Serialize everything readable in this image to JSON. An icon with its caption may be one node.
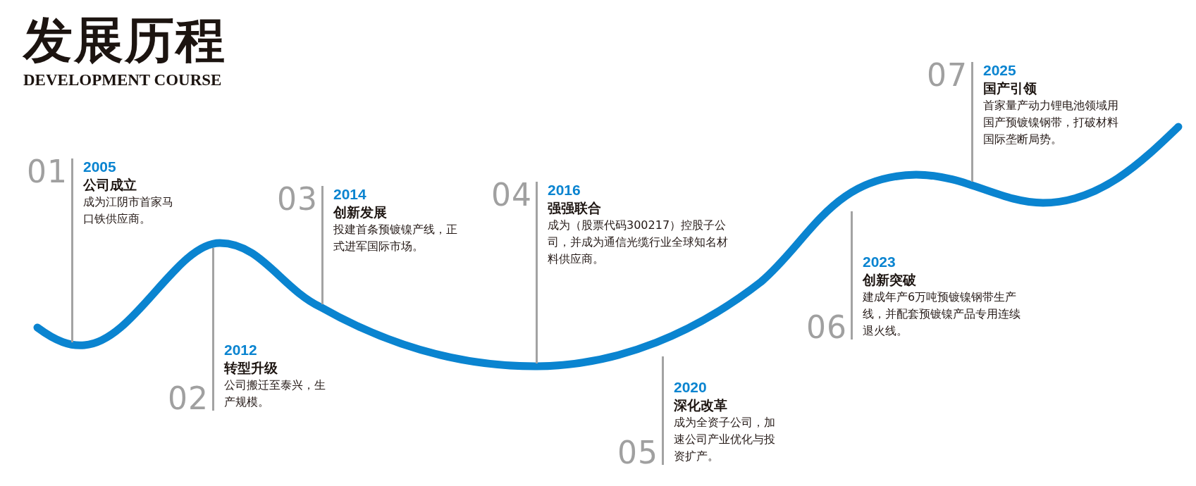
{
  "diagram": {
    "title": "发展历程",
    "nodes": [
      {
        "text": [
          "2005",
          "公司成立",
          "成为江阴市首家马口铁供应商。"
        ],
        "beside": [
          "01"
        ]
      },
      {
        "text": [
          "2012",
          "转型升级",
          "公司搬迁至泰兴，生产规模。"
        ],
        "beside": [
          "02"
        ]
      },
      {
        "text": [
          "2014",
          "创新发展",
          "投建首条预镀镍产线，正式进军国际市场。"
        ],
        "beside": [
          "03"
        ]
      },
      {
        "text": [
          "2016",
          "强强联合",
          "成为（股票代码300217）控股子公司，并成为通信光缆行业全球知名材料供应商。"
        ],
        "beside": [
          "04"
        ]
      },
      {
        "text": [
          "2020",
          "深化改革",
          "成为全资子公司，加速公司产业优化与投资扩产。"
        ],
        "beside": [
          "05"
        ]
      },
      {
        "text": [
          "2023",
          "创新突破",
          "建成年产6万吨预镀镍钢带生产线，并配套预镀镍产品专用连续退火线。"
        ],
        "beside": [
          "06"
        ]
      },
      {
        "text": [
          "2025",
          "国产引领",
          "首家量产动力锂电池领域用国产预镀镍钢带，打破材料国际垄断局势。"
        ],
        "beside": [
          "07"
        ]
      }
    ],
    "edges": [
      {
        "from": 0,
        "to": null,
        "arrow": "none"
      },
      {
        "from": 1,
        "to": null,
        "arrow": "none"
      },
      {
        "from": 2,
        "to": null,
        "arrow": "none"
      },
      {
        "from": 3,
        "to": null,
        "arrow": "none"
      },
      {
        "from": 4,
        "to": null,
        "arrow": "none"
      },
      {
        "from": 5,
        "to": null,
        "arrow": "none"
      },
      {
        "from": 6,
        "to": null,
        "arrow": "none"
      }
    ],
    "labels": [
      "DEVELOPMENT COURSE"
    ]
  }
}
